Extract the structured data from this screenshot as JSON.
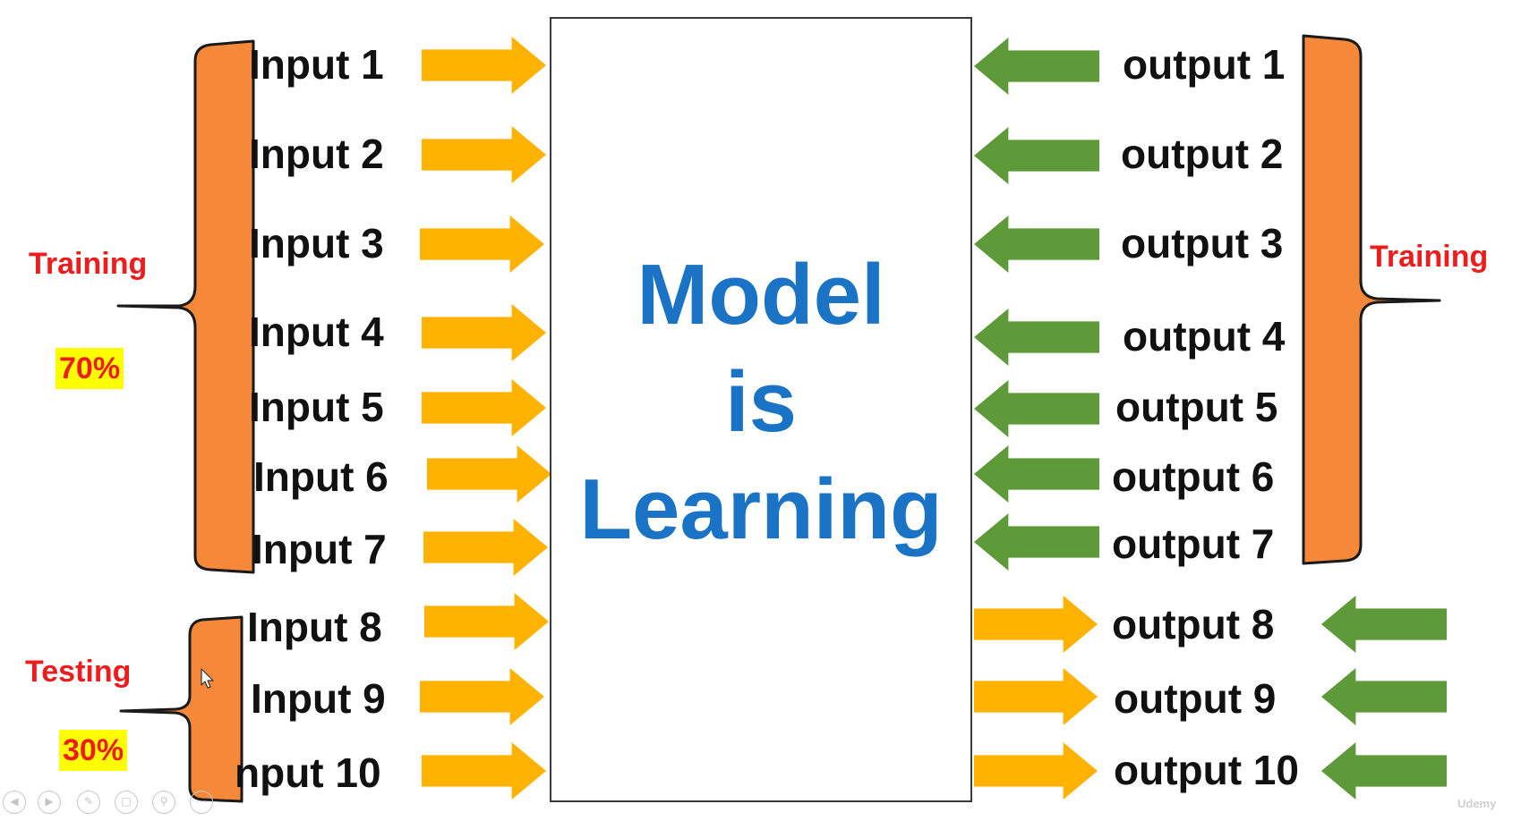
{
  "model": {
    "line1": "Model",
    "line2": "is",
    "line3": "Learning"
  },
  "inputs": [
    "Input 1",
    "Input 2",
    "Input 3",
    "Input 4",
    "Input 5",
    "Input 6",
    "Input 7",
    "Input 8",
    "Input 9",
    "nput 10"
  ],
  "outputs": [
    "output 1",
    "output 2",
    "output 3",
    "output 4",
    "output 5",
    "output 6",
    "output 7",
    "output 8",
    "output 9",
    "output 10"
  ],
  "left_groups": {
    "training": {
      "label": "Training",
      "percent": "70%"
    },
    "testing": {
      "label": "Testing",
      "percent": "30%"
    }
  },
  "right_groups": {
    "training": {
      "label": "Training"
    }
  },
  "watermark": "Udemy",
  "player_controls": [
    "previous-icon",
    "next-icon",
    "pen-icon",
    "slides-icon",
    "zoom-icon",
    "more-icon"
  ],
  "colors": {
    "input_arrow": "#ffb300",
    "output_arrow_training": "#5e9a3a",
    "output_arrow_testing_right": "#ffb300",
    "bracket": "#f6883a",
    "model_text": "#1a73c4",
    "group_label": "#ee1c1c",
    "percent_highlight": "#ffff00"
  }
}
